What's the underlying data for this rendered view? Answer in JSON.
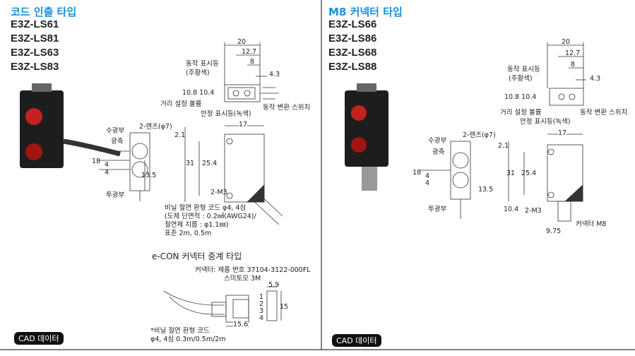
{
  "left": {
    "title": "코드 인출 타입",
    "models": [
      "E3Z-LS61",
      "E3Z-LS81",
      "E3Z-LS63",
      "E3Z-LS83"
    ],
    "labels": {
      "op_ind": "동작 표시등",
      "orange": "(주황색)",
      "d20": "20",
      "d127": "12.7",
      "d8": "8",
      "d43": "4.3",
      "d108": "10.8 10.4",
      "dist_vol": "거리 설정 볼륨",
      "mode_sw": "동작 변환 스위치",
      "stab_ind": "안정 표시등(녹색)",
      "lens": "2-렌즈(φ7)",
      "rx": "수광부",
      "axis": "광축",
      "d18": "18",
      "d4a": "4",
      "d4b": "4",
      "d135": "13.5",
      "tx": "투광부",
      "d17": "17",
      "d21": "2.1",
      "d31": "31",
      "d254": "25.4",
      "m3": "2-M3",
      "cable1": "비닐 절연 환형 코드  φ4, 4심",
      "cable2": "(도체 단면적 : 0.2㎟(AWG24)/",
      "cable3": "절연체 지름 : φ1.1㎜)",
      "cable4": "표준 2m, 0.5m"
    },
    "econ": {
      "title": "e-CON 커넥터 중계 타입",
      "conn1": "커넥터:  제품 번호 37104-3122-000FL",
      "conn2": "스미토모 3M",
      "d59": "5.9",
      "p1": "1",
      "p2": "2",
      "p3": "3",
      "p4": "4",
      "d15": "15",
      "d156": "15.6",
      "cord1": "*비닐 절연 환형 코드",
      "cord2": "φ4, 4심 0.3m/0.5m/2m"
    },
    "cad": "CAD 데이터"
  },
  "right": {
    "title": "M8 커넥터 타입",
    "models": [
      "E3Z-LS66",
      "E3Z-LS86",
      "E3Z-LS68",
      "E3Z-LS88"
    ],
    "labels": {
      "op_ind": "동작 표시등",
      "orange": "(주황색)",
      "d20": "20",
      "d127": "12.7",
      "d8": "8",
      "d43": "4.3",
      "d108": "10.8 10.4",
      "dist_vol": "거리 설정 볼륨",
      "mode_sw": "동작 변환 스위치",
      "stab_ind": "안정 표시등(녹색)",
      "lens": "2-렌즈(φ7)",
      "rx": "수광부",
      "axis": "광축",
      "d18": "18",
      "d4a": "4",
      "d4b": "4",
      "d135": "13.5",
      "tx": "투광부",
      "d17": "17",
      "d21": "2.1",
      "d31": "31",
      "d254": "25.4",
      "d104": "10.4",
      "m3": "2-M3",
      "m8": "커넥터 M8",
      "d975": "9.75"
    },
    "cad": "CAD 데이터"
  }
}
